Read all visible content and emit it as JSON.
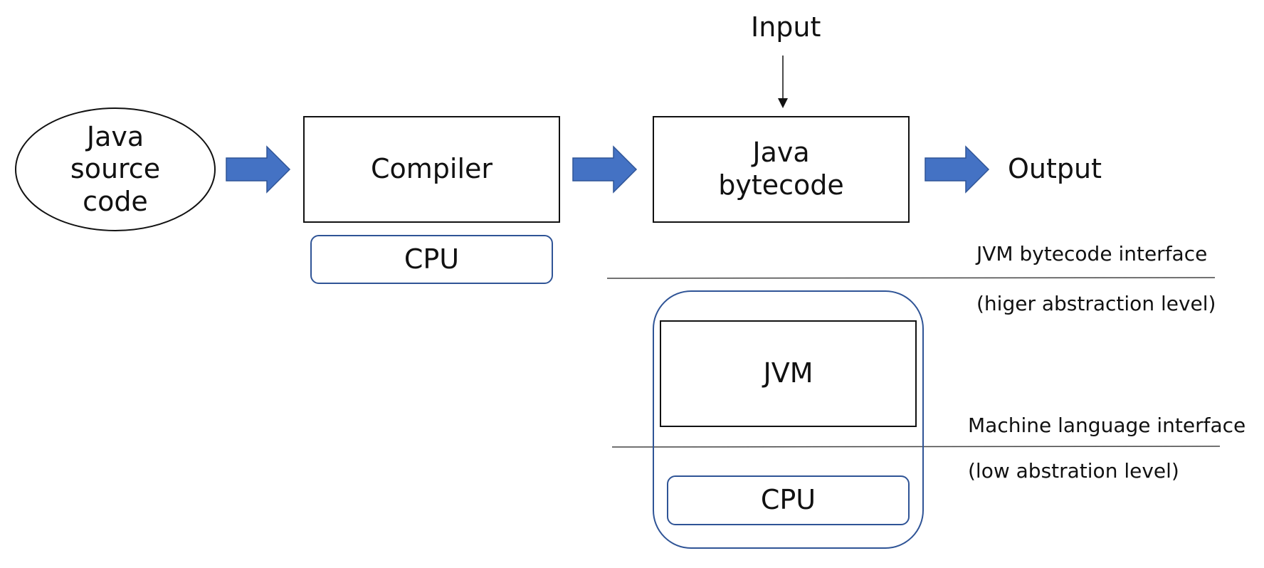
{
  "diagram": {
    "source": {
      "label": "Java source code"
    },
    "compiler": {
      "label": "Compiler",
      "cpu_label": "CPU"
    },
    "bytecode": {
      "label": "Java bytecode"
    },
    "input_label": "Input",
    "output_label": "Output",
    "jvm": {
      "label": "JVM",
      "cpu_label": "CPU"
    },
    "interfaces": {
      "bytecode_interface": "JVM bytecode interface",
      "bytecode_level": "(higer abstraction level)",
      "machine_interface": "Machine language interface",
      "machine_level": "(low abstration level)"
    },
    "colors": {
      "arrow_fill": "#4472c4",
      "arrow_stroke": "#2f5496",
      "rounded_border": "#2f5496",
      "line": "#111111"
    }
  }
}
